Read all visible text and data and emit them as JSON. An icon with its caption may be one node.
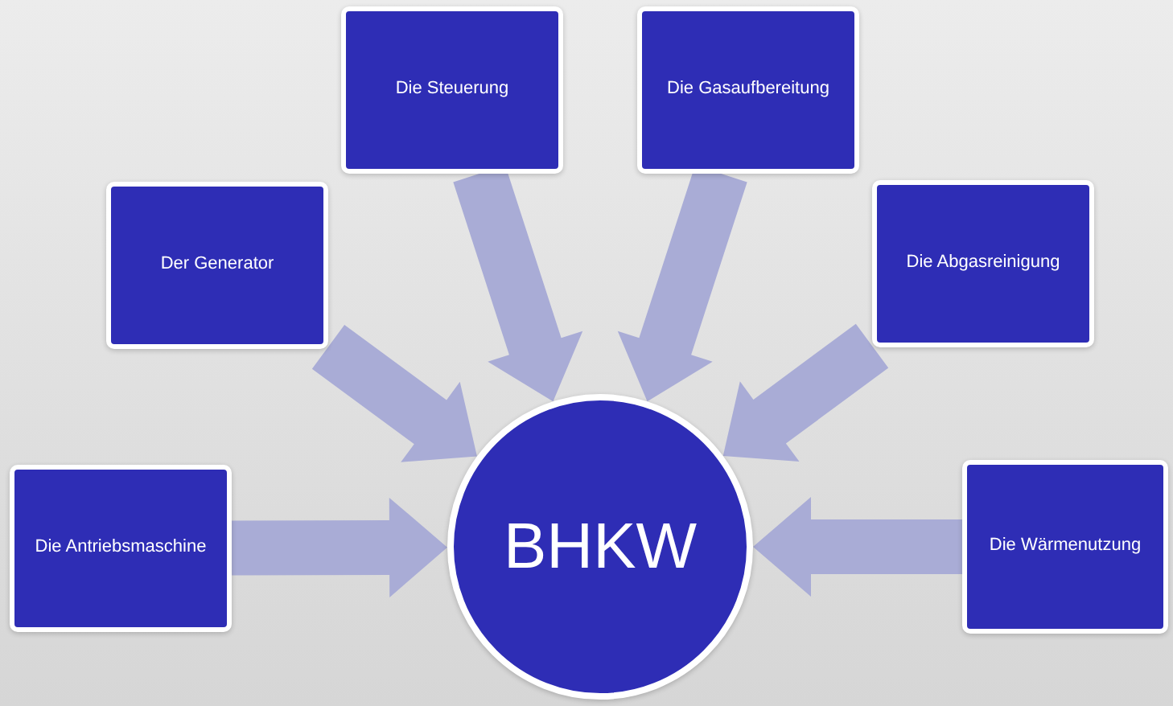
{
  "diagram": {
    "nodes": [
      {
        "text": [
          "BHKW"
        ]
      },
      {
        "text": [
          "Die Antriebsmaschine"
        ]
      },
      {
        "text": [
          "Der Generator"
        ]
      },
      {
        "text": [
          "Die Steuerung"
        ]
      },
      {
        "text": [
          "Die Gasaufbereitung"
        ]
      },
      {
        "text": [
          "Die Abgasreinigung"
        ]
      },
      {
        "text": [
          "Die Wärmenutzung"
        ]
      }
    ],
    "edges": [
      {
        "from": 1,
        "to": 0,
        "arrow": "to"
      },
      {
        "from": 2,
        "to": 0,
        "arrow": "to"
      },
      {
        "from": 3,
        "to": 0,
        "arrow": "to"
      },
      {
        "from": 4,
        "to": 0,
        "arrow": "to"
      },
      {
        "from": 5,
        "to": 0,
        "arrow": "to"
      },
      {
        "from": 6,
        "to": 0,
        "arrow": "to"
      }
    ]
  }
}
